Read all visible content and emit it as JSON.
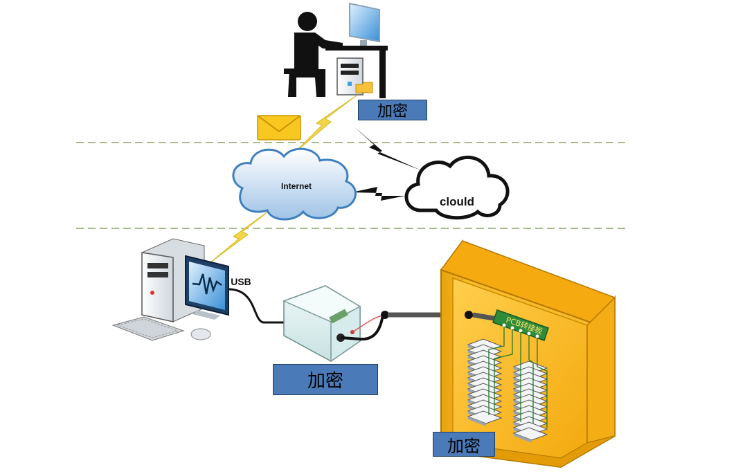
{
  "labels": {
    "internet": "Internet",
    "cloud": "clould",
    "usb": "USB",
    "pcb_board": "PCB转接板",
    "encrypt_top": "加密",
    "encrypt_middle": "加密",
    "encrypt_bottom": "加密"
  },
  "colors": {
    "label_bg": "#4a7ab8",
    "lightning": "#f2d64a",
    "zone_line": "#a8b98a",
    "enclosure": "#f6b21b",
    "envelope": "#f9c820"
  }
}
